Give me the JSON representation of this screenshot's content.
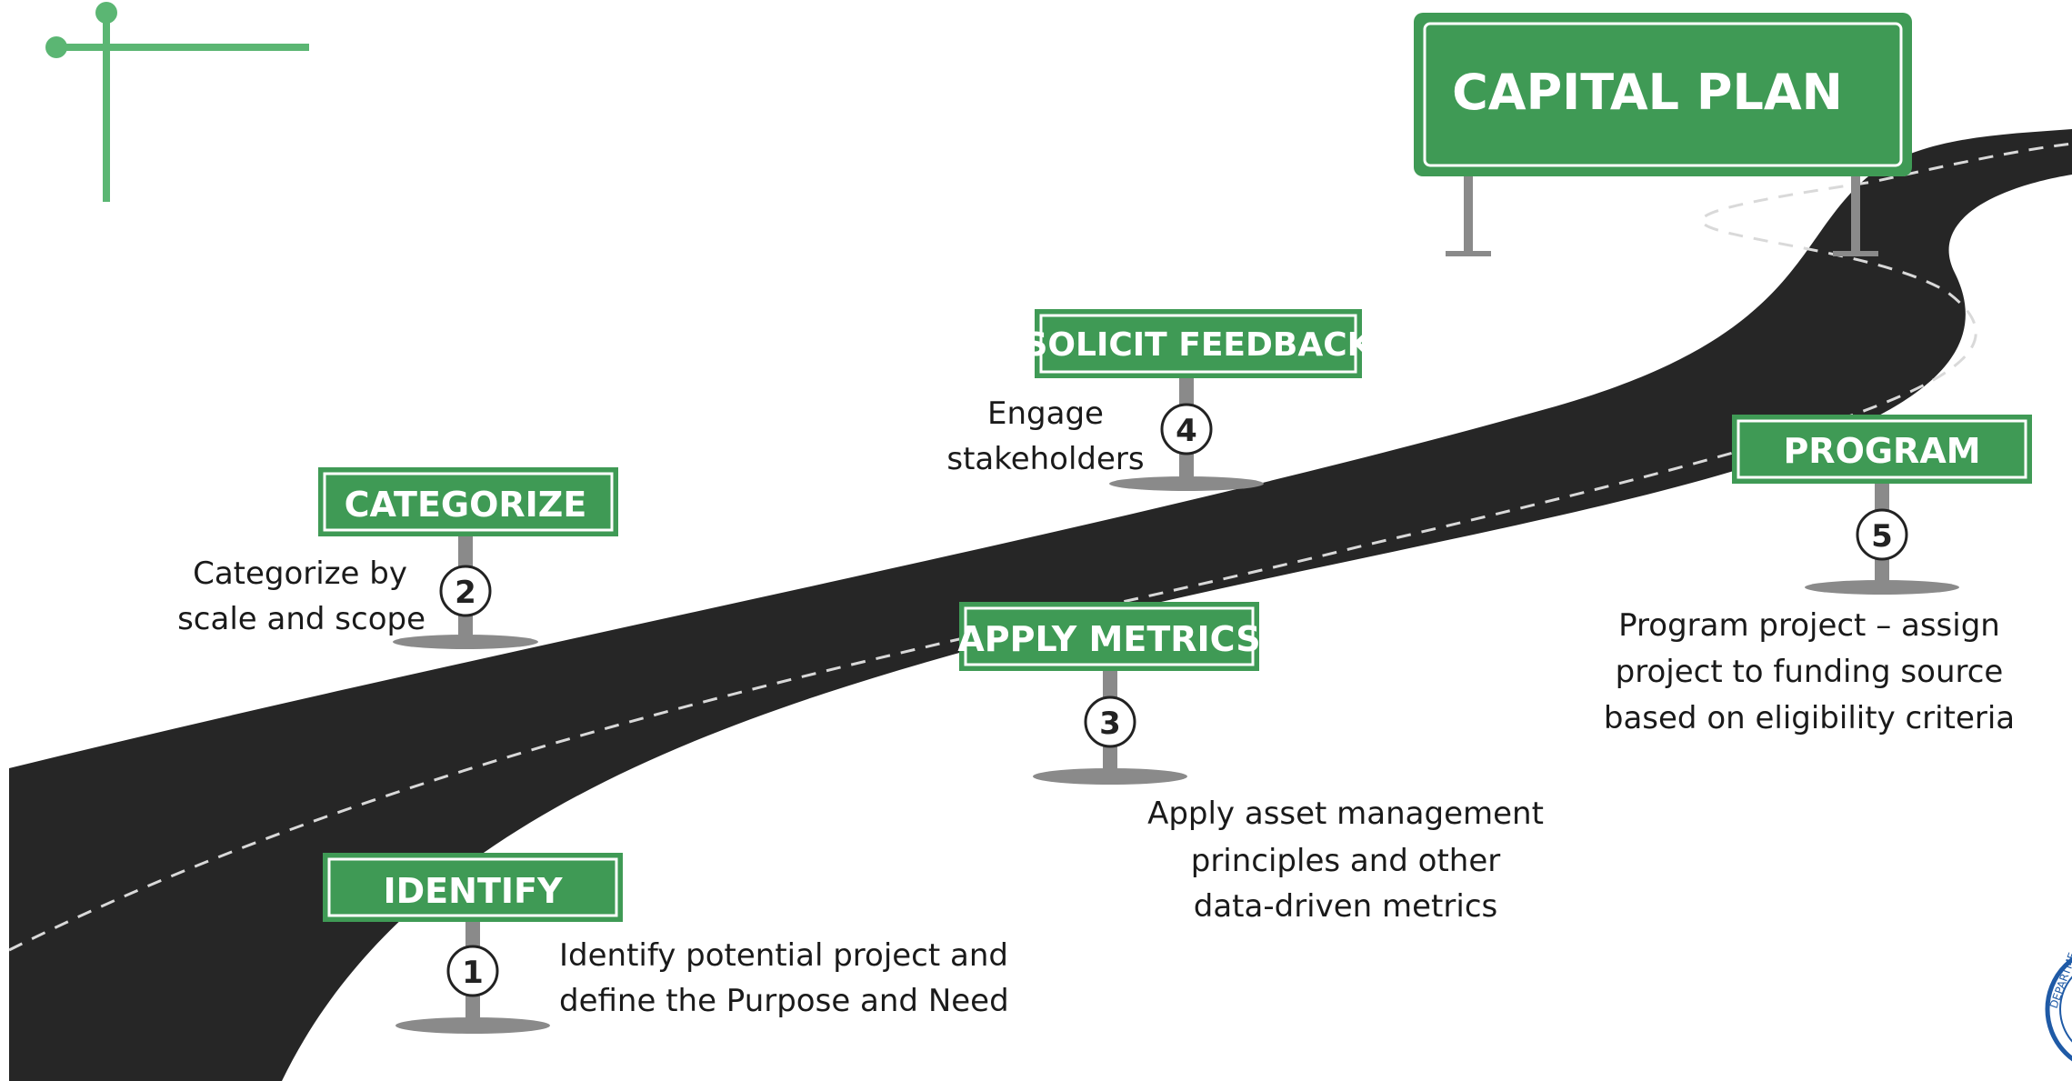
{
  "title_sign": {
    "label": "CAPITAL PLAN"
  },
  "colors": {
    "sign_green": "#3f9a55",
    "sign_border": "#ffffff",
    "road": "#262626",
    "post": "#8a8a8a",
    "lane": "#d9d9d9",
    "corner_mark": "#5bb673",
    "seal": "#1f5aa6"
  },
  "steps": [
    {
      "number": "1",
      "sign": "IDENTIFY",
      "desc": [
        "Identify potential project and",
        "define the Purpose and Need"
      ]
    },
    {
      "number": "2",
      "sign": "CATEGORIZE",
      "desc": [
        "Categorize by",
        "scale and scope"
      ]
    },
    {
      "number": "3",
      "sign": "APPLY METRICS",
      "desc": [
        "Apply asset management",
        "principles and other",
        "data-driven metrics"
      ]
    },
    {
      "number": "4",
      "sign": "SOLICIT FEEDBACK",
      "desc": [
        "Engage",
        "stakeholders"
      ]
    },
    {
      "number": "5",
      "sign": "PROGRAM",
      "desc": [
        "Program project – assign",
        "project to funding source",
        "based on eligibility criteria"
      ]
    }
  ],
  "seal": {
    "text": "DEPARTME"
  }
}
